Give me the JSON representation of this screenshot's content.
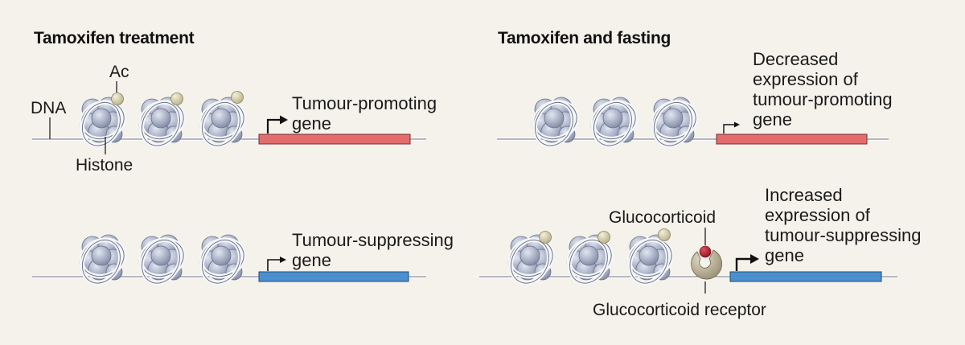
{
  "panels": {
    "left": {
      "title": "Tamoxifen treatment"
    },
    "right": {
      "title": "Tamoxifen and fasting"
    }
  },
  "labels": {
    "ac": "Ac",
    "dna": "DNA",
    "histone": "Histone",
    "glucocorticoid": "Glucocorticoid",
    "receptor": "Glucocorticoid receptor"
  },
  "genes": {
    "tl": [
      "Tumour-promoting",
      "gene"
    ],
    "bl": [
      "Tumour-suppressing",
      "gene"
    ],
    "tr": [
      "Decreased",
      "expression of",
      "tumour-promoting",
      "gene"
    ],
    "br": [
      "Increased",
      "expression of",
      "tumour-suppressing",
      "gene"
    ]
  },
  "colors": {
    "background": "#f4f2ea",
    "promoting_gene": "#e36c6c",
    "suppressing_gene": "#4a90d0",
    "histone": "#aab2c8",
    "acetyl": "#d6cfa8",
    "glucocorticoid": "#b0202a",
    "receptor": "#b9b19a"
  }
}
